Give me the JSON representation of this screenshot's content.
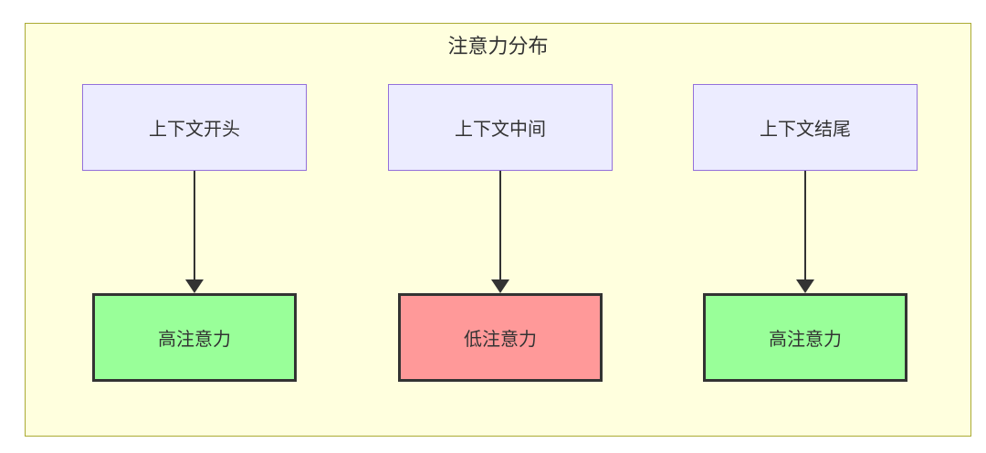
{
  "diagram": {
    "type": "flowchart",
    "title": "注意力分布",
    "colors": {
      "cluster_fill": "#ffffde",
      "cluster_border": "#aaaa33",
      "top_node_fill": "#ECECFF",
      "top_node_border": "#9370DB",
      "high_attention_fill": "#99ff99",
      "low_attention_fill": "#ff9999",
      "bottom_node_border": "#333333",
      "edge_color": "#333333",
      "text_color": "#333333"
    },
    "columns": [
      {
        "top": {
          "label": "上下文开头"
        },
        "bottom": {
          "label": "高注意力",
          "level": "high"
        }
      },
      {
        "top": {
          "label": "上下文中间"
        },
        "bottom": {
          "label": "低注意力",
          "level": "low"
        }
      },
      {
        "top": {
          "label": "上下文结尾"
        },
        "bottom": {
          "label": "高注意力",
          "level": "high"
        }
      }
    ]
  }
}
